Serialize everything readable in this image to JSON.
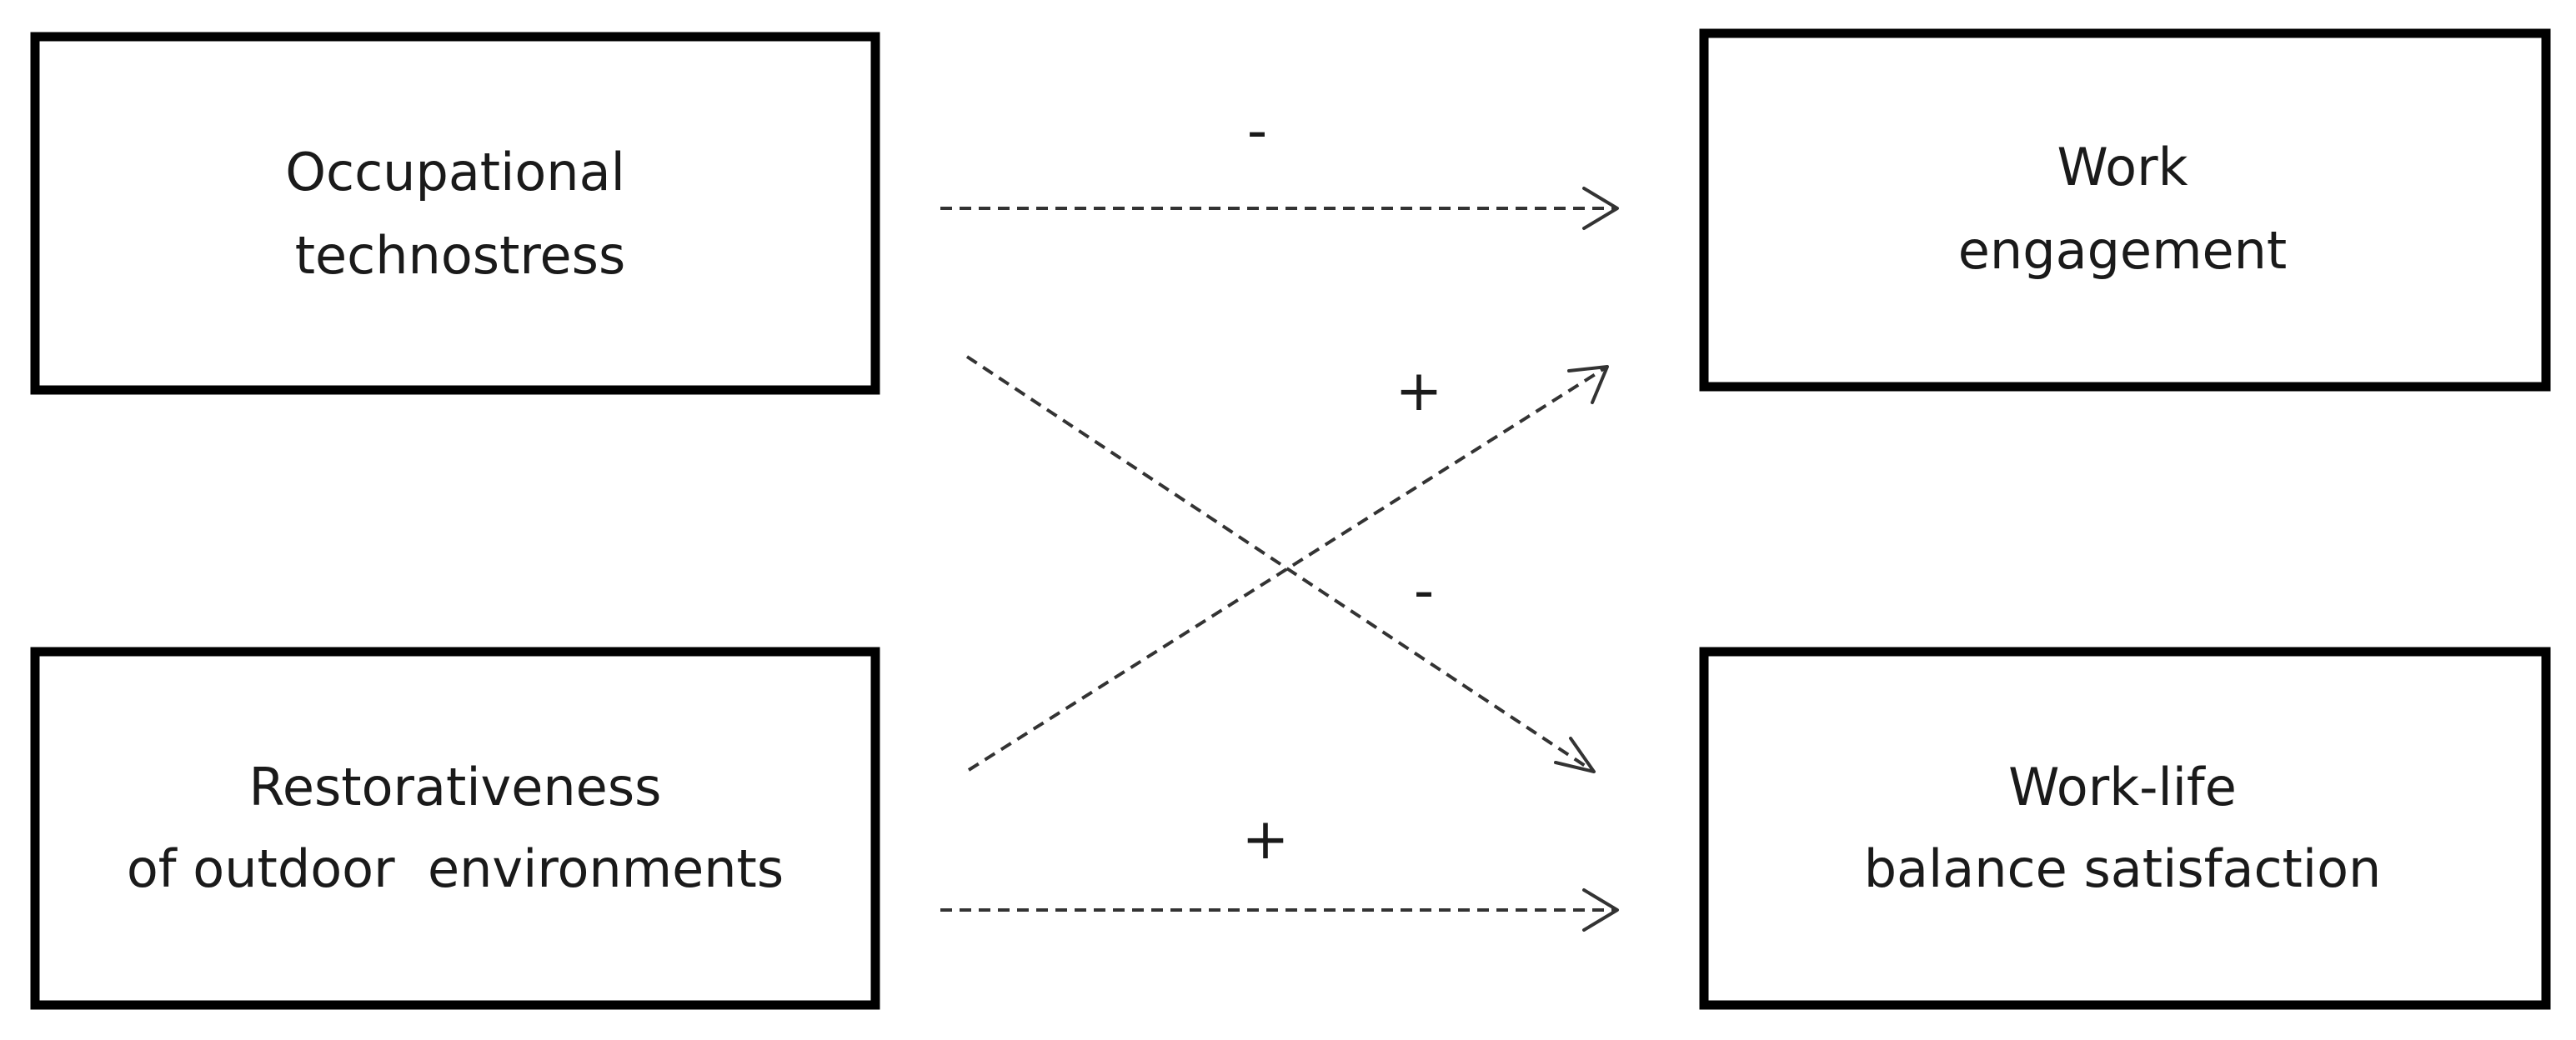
{
  "boxes": {
    "occupational_technostress": {
      "line1": "Occupational",
      "line2": "technostress"
    },
    "restorativeness": {
      "line1": "Restorativeness",
      "line2": "of outdoor  environments"
    },
    "work_engagement": {
      "line1": "Work",
      "line2": "engagement"
    },
    "work_life_balance": {
      "line1": "Work-life",
      "line2": "balance satisfaction"
    }
  },
  "paths": {
    "technostress_to_engagement": {
      "sign": "-"
    },
    "restorativeness_to_engagement": {
      "sign": "+"
    },
    "technostress_to_balance": {
      "sign": "-"
    },
    "restorativeness_to_balance": {
      "sign": "+"
    }
  }
}
